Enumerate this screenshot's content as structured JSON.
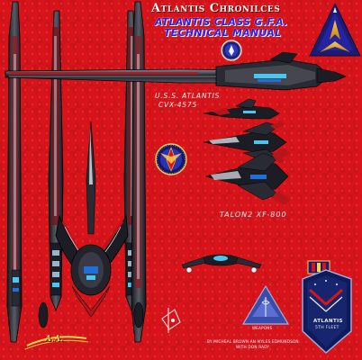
{
  "header": {
    "title": "Atlantis Chronilces",
    "subtitle_line1": "ATLANTIS CLASS G.F.A.",
    "subtitle_line2": "TECHNICAL MANUAL"
  },
  "ship": {
    "name": "U.S.S. ATLANTIS",
    "registry": "CVX-4575",
    "fighter_designation": "TALON2 XF-800"
  },
  "badges": {
    "logo_initials": "A.A.",
    "pyramid_label": "WEAPONS",
    "fleet_emblem_name": "ATLANTIS",
    "fleet_emblem_unit": "5TH FLEET"
  },
  "credits": {
    "line1": "BY MICHEAL BROWN AN MYLES EDMUNDSON",
    "line2": "WITH DON RADY"
  },
  "colors": {
    "background": "#d8141a",
    "hull_dark": "#1c1c24",
    "hull_mid": "#4a4a56",
    "accent_blue": "#1e6fd8",
    "accent_cyan": "#48c8f0",
    "title_blue": "#2a1fe0"
  }
}
